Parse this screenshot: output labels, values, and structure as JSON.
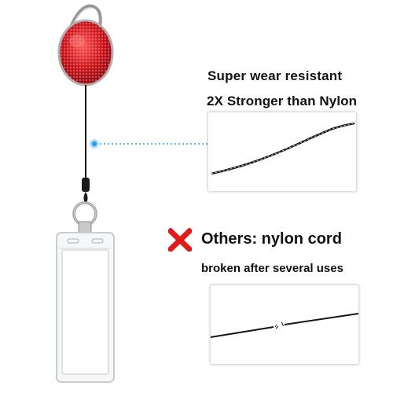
{
  "feature": {
    "line1": "Super wear resistant",
    "line2": "2X Stronger  than Nylon"
  },
  "comparison": {
    "line1": "Others: nylon cord",
    "line2": "broken after several uses",
    "x_mark_color": "#e01b1b"
  },
  "colors": {
    "reel_red": "#c8141c",
    "callout_blue": "#2e9be6",
    "cord_black": "#151515"
  }
}
